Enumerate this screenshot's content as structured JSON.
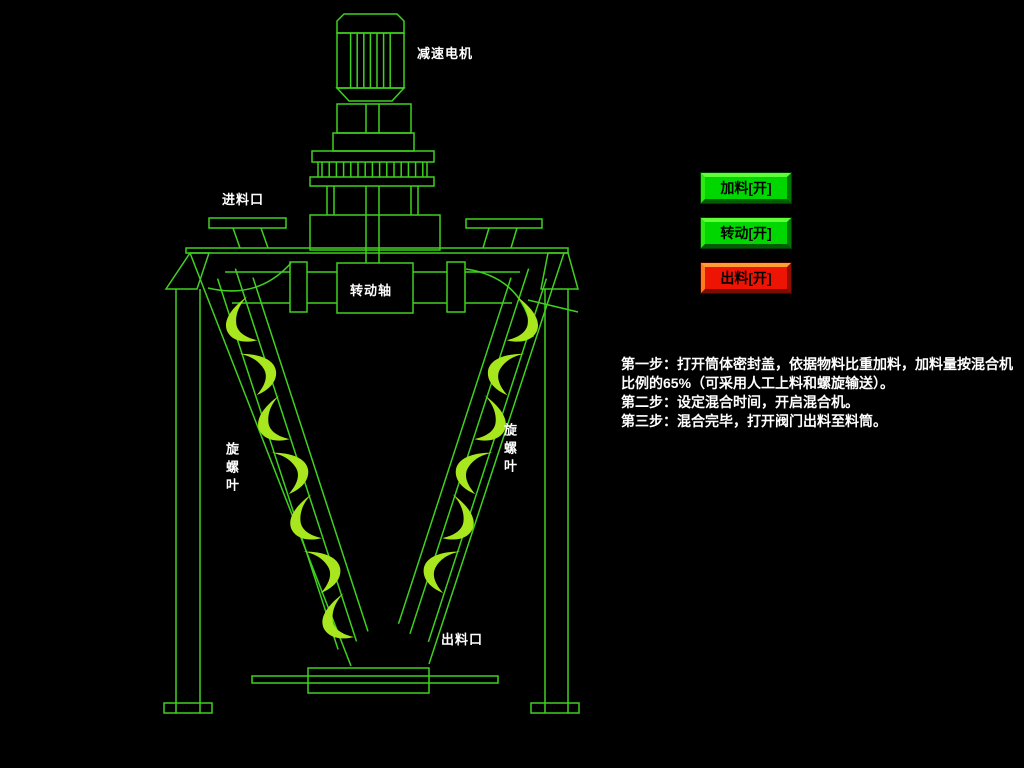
{
  "app": {
    "background": "#000000",
    "description_colors": {
      "diagram_outline_green": "#3fd11f",
      "screw_blade_green": "#a8e61e",
      "label_white": "#ffffff",
      "button_on_green": "#00d600",
      "button_discharge_red": "#ee1404",
      "button_text_black": "#000000",
      "instruction_text": "#ffffff"
    }
  },
  "machine": {
    "labels": {
      "motor": "减速电机",
      "inlet": "进料口",
      "shaft": "转动轴",
      "outlet": "出料口",
      "screw_left": "旋螺叶",
      "screw_right": "旋螺叶"
    }
  },
  "buttons": [
    {
      "label": "加料[开]",
      "action": "feed",
      "state": "开",
      "color": "green"
    },
    {
      "label": "转动[开]",
      "action": "rotate",
      "state": "开",
      "color": "green"
    },
    {
      "label": "出料[开]",
      "action": "discharge",
      "state": "开",
      "color": "red"
    }
  ],
  "instructions": {
    "lines": [
      "第一步：打开筒体密封盖，依据物料比重加料，加料量按混合机",
      "比例的65%（可采用人工上料和螺旋输送）。",
      "第二步：设定混合时间，开启混合机。",
      "第三步：混合完毕，打开阀门出料至料筒。"
    ]
  }
}
